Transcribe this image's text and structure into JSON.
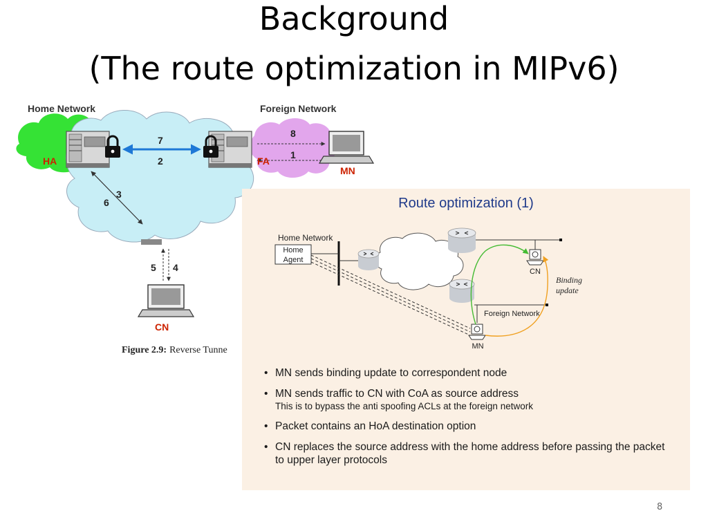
{
  "slide": {
    "title_line1": "Background",
    "title_line2": "(The route optimization in MIPv6)",
    "page_number": "8"
  },
  "left_figure": {
    "home_network_label": "Home Network",
    "foreign_network_label": "Foreign Network",
    "ha_label": "HA",
    "fa_label": "FA",
    "mn_label": "MN",
    "cn_label": "CN",
    "step_numbers": [
      "1",
      "2",
      "3",
      "4",
      "5",
      "6",
      "7",
      "8"
    ],
    "caption_bold": "Figure 2.9:",
    "caption_text": "Reverse Tunne"
  },
  "right_figure": {
    "title": "Route optimization (1)",
    "home_network_label": "Home Network",
    "home_agent_label_line1": "Home",
    "home_agent_label_line2": "Agent",
    "cn_label": "CN",
    "binding_update_line1": "Binding",
    "binding_update_line2": "update",
    "foreign_network_label": "Foreign Network",
    "mn_label": "MN",
    "bullets": [
      {
        "text": "MN sends binding update to correspondent node",
        "sub": ""
      },
      {
        "text": "MN sends traffic to CN with CoA as source address",
        "sub": "This is to bypass the anti spoofing ACLs at the foreign network"
      },
      {
        "text": "Packet contains an HoA destination option",
        "sub": ""
      },
      {
        "text": "CN replaces the source address with the home address before passing the packet to upper layer protocols",
        "sub": ""
      }
    ]
  },
  "colors": {
    "home_cloud": "#35e235",
    "core_cloud": "#c8eef6",
    "foreign_cloud": "#e2a6ec",
    "tunnel_arrow": "#1e78d6",
    "label_red": "#cc2200",
    "inset_background": "#fbf0e4",
    "inset_title": "#1f3a8a",
    "green_path": "#44bb33",
    "orange_path": "#f0a020"
  },
  "icons": [
    "lock-icon",
    "router-icon",
    "laptop-icon",
    "host-icon",
    "cloud-icon"
  ]
}
